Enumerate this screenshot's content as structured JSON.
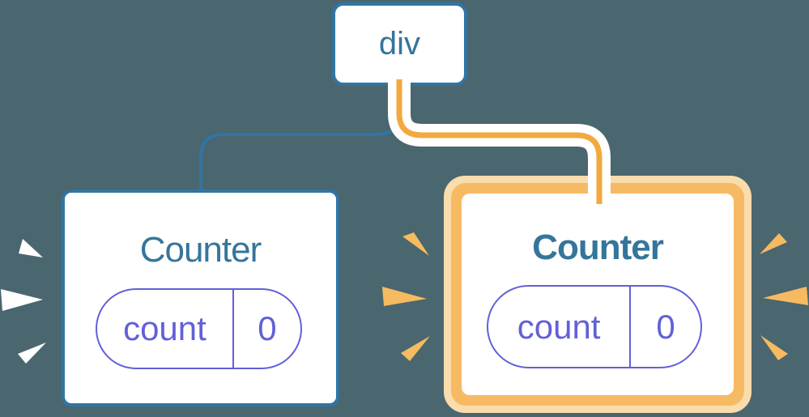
{
  "diagram": {
    "parent_node": {
      "label": "div"
    },
    "left_counter": {
      "title": "Counter",
      "state": {
        "key": "count",
        "value": "0"
      }
    },
    "right_counter": {
      "title": "Counter",
      "state": {
        "key": "count",
        "value": "0"
      }
    }
  },
  "colors": {
    "background": "#4A666E",
    "blue_border": "#3075A4",
    "blue_text": "#35759B",
    "purple": "#6260D8",
    "orange_line": "#F2A93F",
    "highlight_ring": "#F7BA64",
    "highlight_halo": "#FBDCAD",
    "sparkle_orange": "#F6BA61",
    "sparkle_white": "#FFFFFF",
    "card_background": "#FFFFFF"
  }
}
